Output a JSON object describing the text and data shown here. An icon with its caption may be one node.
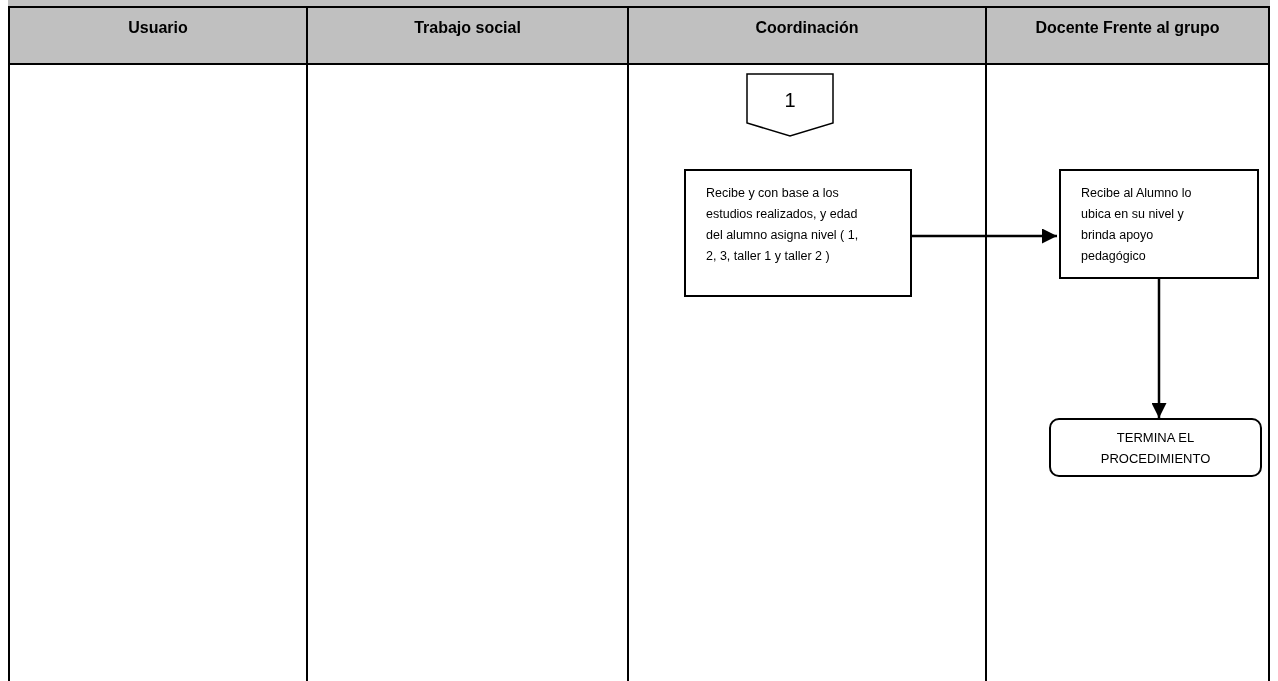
{
  "diagram": {
    "nodes": [
      {
        "text": [
          "Usuario"
        ]
      },
      {
        "text": [
          "Trabajo social"
        ]
      },
      {
        "text": [
          "Coordinación"
        ]
      },
      {
        "text": [
          "Docente Frente al grupo"
        ]
      },
      {
        "text": [
          "1"
        ],
        "in": 2
      },
      {
        "text": [
          "Recibe y con base a los estudios realizados, y edad del alumno asigna nivel ( 1, 2, 3, taller 1 y taller 2 )"
        ],
        "in": 2
      },
      {
        "text": [
          "Recibe al Alumno lo ubica en su nivel y brinda apoyo pedagógico"
        ],
        "in": 3
      },
      {
        "text": [
          "TERMINA EL PROCEDIMIENTO"
        ],
        "in": 3
      }
    ],
    "edges": [
      {
        "from": 5,
        "to": 6,
        "arrow": "to"
      },
      {
        "from": 6,
        "to": 7,
        "arrow": "to"
      }
    ]
  }
}
